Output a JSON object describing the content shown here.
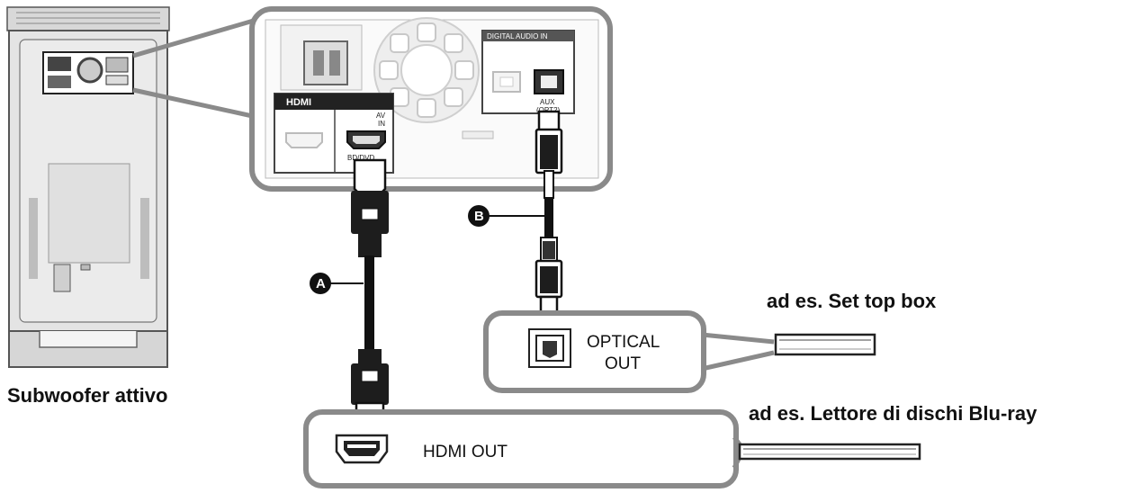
{
  "labels": {
    "subwoofer": "Subwoofer attivo",
    "set_top_box": "ad es. Set top box",
    "bluray": "ad es. Lettore di dischi Blu-ray",
    "optical_out_line1": "OPTICAL",
    "optical_out_line2": "OUT",
    "hdmi_out": "HDMI OUT",
    "digital_audio_in": "DIGITAL AUDIO IN",
    "hdmi_badge": "HDMI",
    "av_in_line1": "AV",
    "av_in_line2": "IN",
    "bd_dvd": "BD/DVD",
    "aux_line1": "AUX",
    "aux_line2": "(OPT2)"
  },
  "callouts": {
    "hdmi_cable": "A",
    "optical_cable": "B"
  },
  "icons": {
    "hdmi_port": "hdmi-port-icon",
    "optical_port": "optical-port-icon",
    "fan": "vent-grille-icon"
  }
}
